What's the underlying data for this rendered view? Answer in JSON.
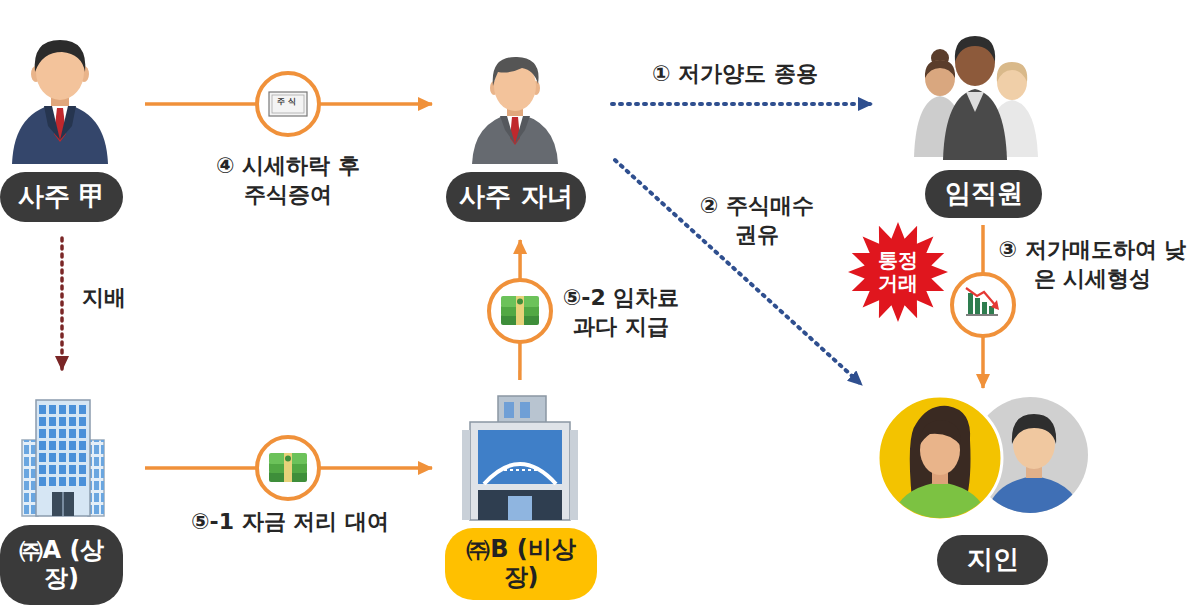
{
  "diagram": {
    "nodes": [
      {
        "text": [
          "사주 甲"
        ]
      },
      {
        "text": [
          "사주 자녀"
        ]
      },
      {
        "text": [
          "임직원"
        ]
      },
      {
        "text": [
          "통정 거래"
        ]
      },
      {
        "text": [
          "㈜A (상장)"
        ]
      },
      {
        "text": [
          "㈜B (비상장)"
        ]
      },
      {
        "text": [
          "지인"
        ]
      }
    ],
    "edges": [
      {
        "from": 1,
        "to": 2,
        "arrow": "to",
        "label": "① 저가양도 종용"
      },
      {
        "from": 1,
        "to": 6,
        "arrow": "to",
        "label": "② 주식매수 권유"
      },
      {
        "from": 2,
        "to": 6,
        "arrow": "to",
        "label": "③ 저가매도하여 낮은 시세형성"
      },
      {
        "from": 0,
        "to": 1,
        "arrow": "to",
        "label": "④ 시세하락 후 주식증여"
      },
      {
        "from": 0,
        "to": 4,
        "arrow": "to",
        "label": "지배"
      },
      {
        "from": 4,
        "to": 5,
        "arrow": "to",
        "label": "⑤-1 자금 저리 대여"
      },
      {
        "from": 5,
        "to": 1,
        "arrow": "to",
        "label": "⑤-2 임차료 과다 지급"
      }
    ],
    "labels": [
      "주식"
    ]
  }
}
